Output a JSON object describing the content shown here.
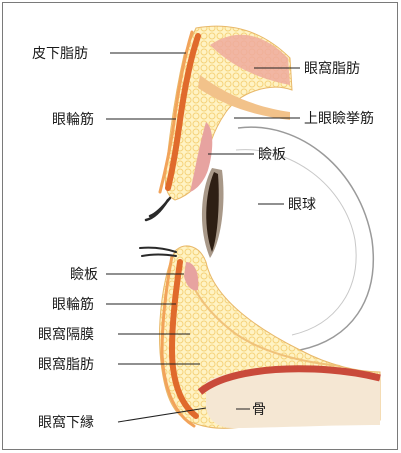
{
  "labels": {
    "left": [
      "皮下脂肪",
      "眼輪筋",
      "瞼板",
      "眼輪筋",
      "眼窩隔膜",
      "眼窩脂肪",
      "眼窩下縁"
    ],
    "right": [
      "眼窩脂肪",
      "上眼瞼挙筋",
      "瞼板",
      "眼球",
      "骨"
    ]
  },
  "colors": {
    "frame": "#7a7a7a",
    "muscle": "#e06a2c",
    "muscle_light": "#f2a35a",
    "fat": "#fff3c4",
    "fat_dots": "#f5d27a",
    "skin": "#fde9c8",
    "tarsus": "#e7a3a0",
    "pink_muscle": "#eeaa9e",
    "eyeball_line": "#9a9a9a",
    "cornea": "#a89888",
    "pupil": "#2e1f14",
    "bone": "#f5e7d3",
    "periosteum": "#c94a3a",
    "leader": "#222222"
  },
  "icons": [
    "upper-eyelash-icon",
    "lower-eyelash-icon"
  ]
}
